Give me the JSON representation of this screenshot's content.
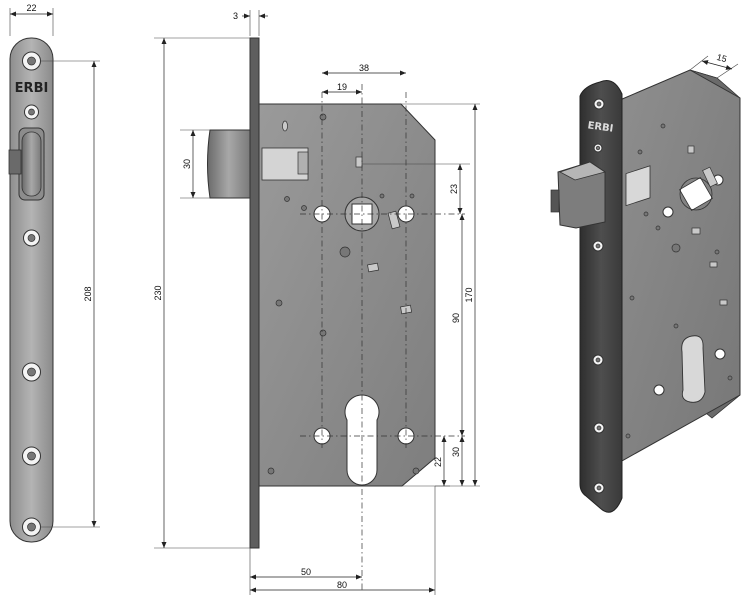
{
  "brand": "ERBI",
  "dimensions": {
    "faceplate_width": "22",
    "faceplate_thickness": "3",
    "latch_height": "30",
    "faceplate_hole_span": "208",
    "faceplate_length": "230",
    "spindle_offset_38": "38",
    "spindle_offset_19": "19",
    "spindle_to_top": "23",
    "body_height": "170",
    "spindle_to_cylinder": "90",
    "cylinder_to_bottom_30": "30",
    "cylinder_to_bottom_22": "22",
    "backset": "50",
    "body_depth": "80",
    "iso_thickness": "15"
  },
  "colors": {
    "steel_dark": "#4a4a4a",
    "steel_mid": "#8c8c8c",
    "steel_light": "#b8b8b8",
    "dimension_line": "#222222"
  }
}
